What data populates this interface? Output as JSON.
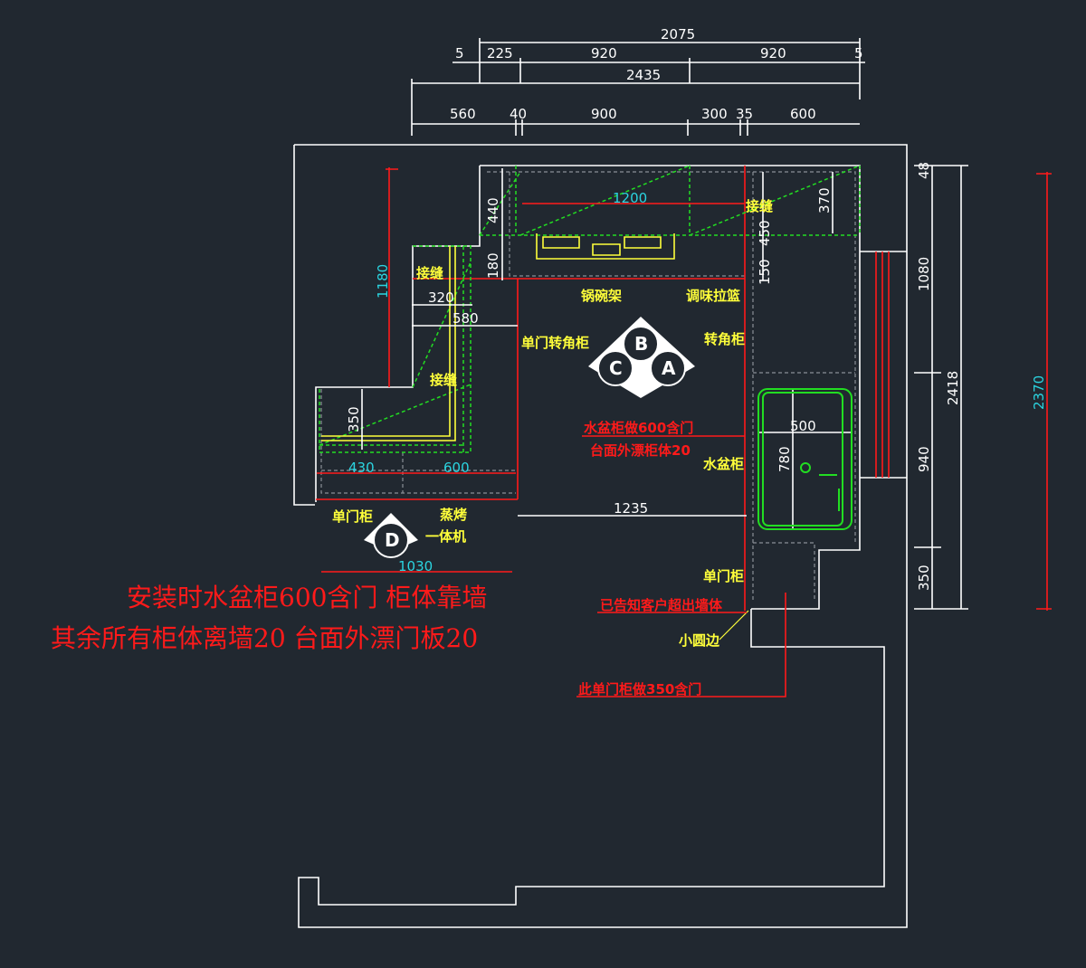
{
  "top_dims": {
    "row1": [
      "2075"
    ],
    "row2": [
      "5",
      "225",
      "920",
      "920",
      "5"
    ],
    "row3": [
      "2435"
    ],
    "row4": [
      "560",
      "40",
      "900",
      "300",
      "35",
      "600"
    ]
  },
  "right_dims": {
    "segments": [
      "48",
      "1080",
      "940",
      "350"
    ],
    "total": "2418",
    "overall": "2370"
  },
  "inner_dims": {
    "d1200": "1200",
    "d440": "440",
    "d180": "180",
    "d450": "450",
    "d150": "150",
    "d370": "370",
    "d1180": "1180",
    "d320": "320",
    "d580": "580",
    "d350": "350",
    "d430": "430",
    "d600": "600",
    "d1235": "1235",
    "d500": "500",
    "d780": "780",
    "d1030": "1030"
  },
  "labels": {
    "seam1": "接缝",
    "seam2": "接缝",
    "seam3": "接缝",
    "bowl_rack": "锅碗架",
    "spice_basket": "调味拉篮",
    "single_corner": "单门转角柜",
    "corner": "转角柜",
    "sink_cab": "水盆柜",
    "single_door": "单门柜",
    "single_door2": "单门柜",
    "steam_oven1": "蒸烤",
    "steam_oven2": "一体机",
    "round_edge": "小圆边"
  },
  "markers": [
    "A",
    "B",
    "C",
    "D"
  ],
  "notes": {
    "sink_note1": "水盆柜做600含门",
    "sink_note2": "台面外漂柜体20",
    "wall_note": "已告知客户超出墙体",
    "cab350_note": "此单门柜做350含门",
    "big1": "安装时水盆柜600含门  柜体靠墙",
    "big2": "其余所有柜体离墙20    台面外漂门板20"
  }
}
